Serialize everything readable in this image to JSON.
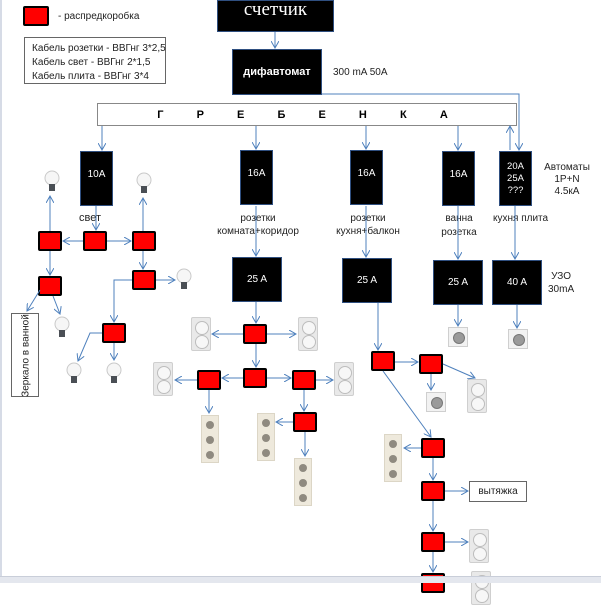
{
  "legend": {
    "junction_box_label": "- распредкоробка",
    "cables": [
      "Кабель розетки - ВВГнг 3*2,5",
      "Кабель свет - ВВГнг 2*1,5",
      "Кабель плита - ВВГнг 3*4"
    ]
  },
  "meter": {
    "label": "счетчик"
  },
  "rcbo": {
    "label": "дифавтомат",
    "rating": "300 mA 50A"
  },
  "busbar": {
    "label": "Г  Р  Е  Б  Е  Н  К  А"
  },
  "breakers": [
    {
      "rating": "10A",
      "caption": "свет"
    },
    {
      "rating": "16A",
      "caption": "розетки\nкомната+коридор"
    },
    {
      "rating": "16A",
      "caption": "розетки\nкухня+балкон"
    },
    {
      "rating": "16A",
      "caption": "ванна\nрозетка"
    },
    {
      "rating": "20A\n25A\n???",
      "caption": "кухня плита"
    }
  ],
  "breakers_note": "Автоматы\n1P+N\n4.5кА",
  "rcds": [
    {
      "rating": "25 A"
    },
    {
      "rating": "25 A"
    },
    {
      "rating": "25 A"
    },
    {
      "rating": "40 A"
    }
  ],
  "rcds_note": "УЗО\n30mA",
  "mirror_label": "Зеркало в ванной",
  "hood_label": "вытяжка",
  "colors": {
    "junction_box": "#ff0000",
    "device_block": "#000000",
    "wire": "#4f81bd"
  }
}
